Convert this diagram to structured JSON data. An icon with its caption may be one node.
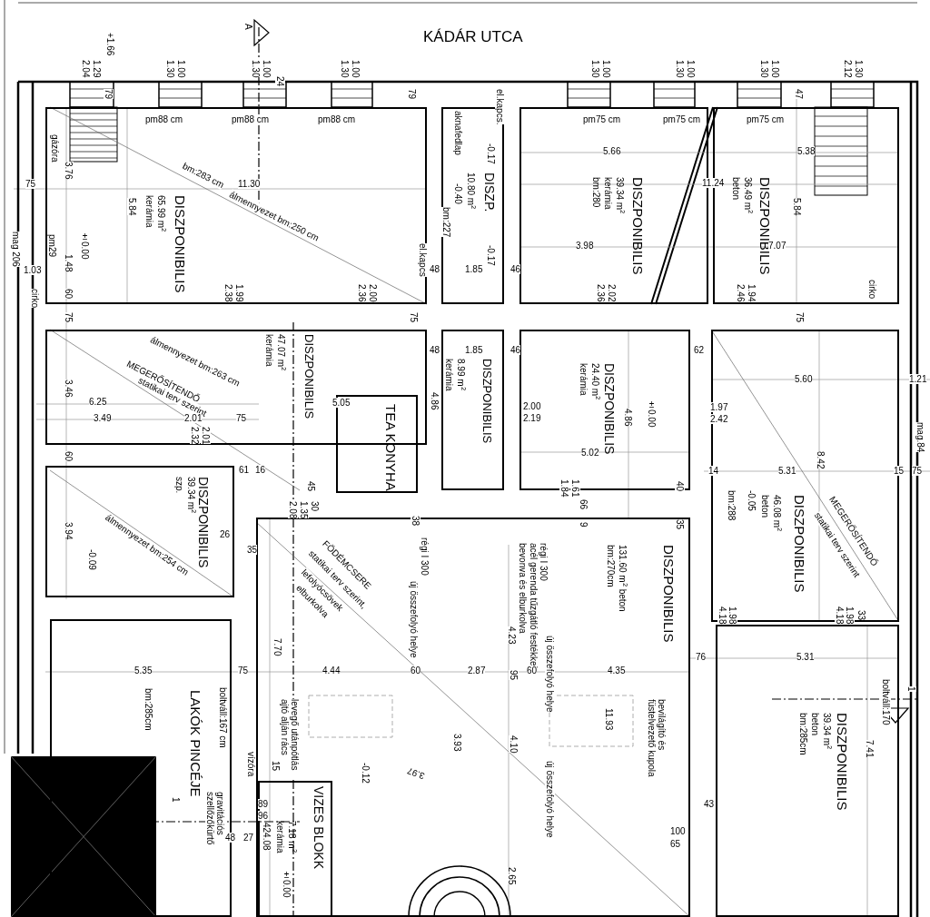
{
  "diagram": {
    "title": "KÁDÁR UTCA",
    "nodes": [
      {
        "text": [
          "DISZPONIBILIS",
          "65.99 m$^{2}$ kerámia"
        ]
      },
      {
        "text": [
          "DISZP.",
          "10.80 m$^{2}$"
        ]
      },
      {
        "text": [
          "DISZPONIBILIS",
          "39.34 m$^{2}$ kerámia bm:280"
        ]
      },
      {
        "text": [
          "DISZPONIBILIS",
          "36.49 m$^{2}$ beton"
        ]
      },
      {
        "text": [
          "DISZPONIBILIS",
          "47.07 m$^{2}$ kerámia"
        ]
      },
      {
        "text": [
          "TEA KONYHA"
        ]
      },
      {
        "text": [
          "DISZPONIBILIS",
          "8.99 m$^{2}$ kerámia"
        ]
      },
      {
        "text": [
          "DISZPONIBILIS",
          "24.40 m$^{2}$ kerámia"
        ]
      },
      {
        "text": [
          "DISZPONIBILIS",
          "46.08 m$^{2}$ beton"
        ]
      },
      {
        "text": [
          "DISZPONIBILIS",
          "39.34 m$^{2}$ szp."
        ]
      },
      {
        "text": [
          "DISZPONIBILIS",
          "131.60 m$^{2}$ beton bm:270cm"
        ]
      },
      {
        "text": [
          "LAKÓK PINCÉJE"
        ]
      },
      {
        "text": [
          "VIZES BLOKK",
          "7.18 m$^{2}$ kerámia"
        ],
        "in": 10
      },
      {
        "text": [
          "DISZPONIBILIS",
          "39.34 m$^{2}$ beton bm:285cm"
        ]
      }
    ],
    "labels": [
      "A",
      "+1.66",
      "1.29",
      "2.04",
      "1.00",
      "1.30",
      "1.00",
      "1.30",
      "24",
      "1.00",
      "1.30",
      "79",
      "79",
      "pm88 cm",
      "pm88 cm",
      "pm88 cm",
      "1.00",
      "1.30",
      "1.00",
      "1.30",
      "1.00",
      "1.30",
      "47",
      "1.30",
      "2.12",
      "pm75 cm",
      "pm75 cm",
      "pm75 cm",
      "el.kapcs.",
      "aknafedlap",
      "-0.17",
      "-0.40",
      "bm:227",
      "-0.17",
      "gázóra",
      "3.76",
      "75",
      "11.30",
      "5.84",
      "álmennyezet bm:250 cm",
      "bm:283 cm",
      "±0.00",
      "mag 206",
      "pm29",
      "1.48",
      "1.03",
      "cirko",
      "60",
      "1.99",
      "2.38",
      "2.00",
      "2.36",
      "el.kapcs",
      "48",
      "1.85",
      "46",
      "5.66",
      "11.24",
      "5.38",
      "3.98",
      "7.07",
      "5.84",
      "2.02",
      "2.36",
      "1.94",
      "2.46",
      "cirko",
      "75",
      "75",
      "75",
      "álmennyezet bm:263 cm",
      "MEGERŐSÍTENDŐ",
      "statikai terv szerint",
      "3.46",
      "6.25",
      "3.49",
      "2.01",
      "75",
      "2.01",
      "2.32",
      "5.05",
      "4.86",
      "60",
      "61",
      "16",
      "45",
      "1.35",
      "2.08",
      "30",
      "38",
      "48",
      "1.85",
      "46",
      "2.00",
      "2.19",
      "4.86",
      "±0.00",
      "5.02",
      "62",
      "1.97",
      "2.42",
      "5.60",
      "1.21",
      "mag.84",
      "8.42",
      "5.31",
      "14",
      "15",
      "75",
      "bm:288",
      "-0.05",
      "MEGERŐSÍTENDŐ",
      "statikai terv szerint",
      "1.61",
      "1.84",
      "66",
      "9",
      "40",
      "35",
      "3.94",
      "-0.09",
      "álmennyezet bm:254 cm",
      "26",
      "35",
      "régi I 300",
      "új összefolyó helye",
      "FÖDÉMCSERE",
      "statikai terv szerint,",
      "lefolyócsövek",
      "elburkolva",
      "régi I 300",
      "acél gerenda tűzgátló festékkel",
      "bevonva és elburkolva",
      "4.23",
      "új összefolyó helye",
      "7.70",
      "5.35",
      "75",
      "4.44",
      "60",
      "2.87",
      "95",
      "60",
      "4.35",
      "76",
      "5.31",
      "bm:285cm",
      "boltváll:167 cm",
      "levegő utánpótlás ajtó alján rács",
      "11.93",
      "bevilágító és füstelvezető kupola",
      "boltváll:170",
      "7.41",
      "3.93",
      "4.10",
      "-0.12",
      "3.97",
      "új összefolyó helye",
      "vízóra",
      "15",
      "gravitációs szellőzőkürtő",
      "89",
      "96",
      "48",
      "27",
      "424.08",
      "±0.00",
      "43",
      "100",
      "65",
      "2.65",
      "1",
      "1",
      "1.98",
      "4.18",
      "1.98",
      "4.18",
      "33"
    ]
  }
}
